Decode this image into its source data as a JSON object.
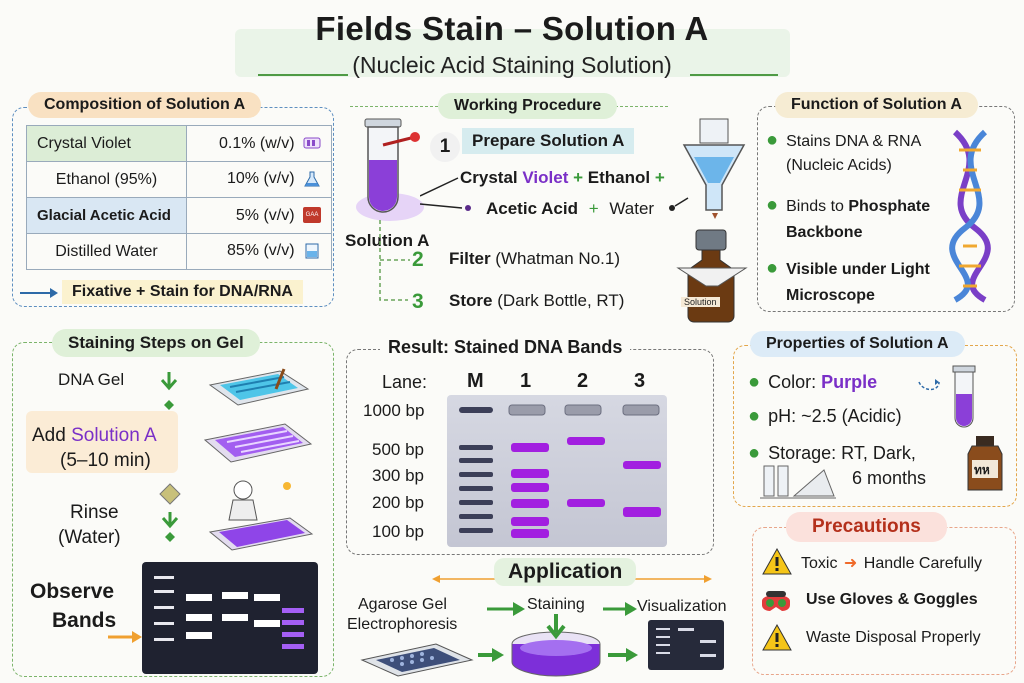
{
  "header": {
    "title": "Fields Stain – Solution A",
    "subtitle": "(Nucleic Acid Staining Solution)"
  },
  "composition": {
    "heading": "Composition of Solution A",
    "rows": [
      {
        "name": "Crystal Violet",
        "amount": "0.1%",
        "unit": "(w/v)"
      },
      {
        "name": "Ethanol (95%)",
        "amount": "10%",
        "unit": "(v/v)"
      },
      {
        "name": "Glacial Acetic Acid",
        "amount": "5%",
        "unit": "(v/v)"
      },
      {
        "name": "Distilled Water",
        "amount": "85%",
        "unit": "(v/v)"
      }
    ],
    "footer": "Fixative + Stain for DNA/RNA",
    "bottle_label": "GAA"
  },
  "procedure": {
    "heading": "Working Procedure",
    "tube_label": "Solution A",
    "step1_num": "1",
    "step1": "Prepare Solution A",
    "mix_line1": {
      "a": "Crystal",
      "b": "Violet",
      "plus1": "+",
      "c": "Ethanol",
      "plus2": "+"
    },
    "mix_line2": {
      "a": "Acetic Acid",
      "plus": "+",
      "b": "Water"
    },
    "step2_num": "2",
    "step2_bold": "Filter",
    "step2_rest": "(Whatman No.1)",
    "step3_num": "3",
    "step3_bold": "Store",
    "step3_rest": "(Dark Bottle, RT)",
    "bottle_label": "Solution"
  },
  "function": {
    "heading": "Function of Solution A",
    "items": [
      {
        "l1": "Stains DNA & RNA",
        "l2": "(Nucleic Acids)"
      },
      {
        "l1a": "Binds to ",
        "l1b": "Phosphate",
        "l2": "Backbone"
      },
      {
        "l1a": "Visible",
        "l1b": " under Light",
        "l2": "Microscope"
      }
    ]
  },
  "gel_steps": {
    "heading": "Staining Steps on Gel",
    "s1": "DNA Gel",
    "s2a": "Add ",
    "s2b": "Solution A",
    "s2c": "(5–10 min)",
    "s3a": "Rinse",
    "s3b": "(Water)",
    "s4a": "Observe",
    "s4b": "Bands"
  },
  "result": {
    "heading": "Result: Stained DNA Bands",
    "lane_label": "Lane:",
    "lanes": [
      "M",
      "1",
      "2",
      "3"
    ],
    "ladder": [
      "1000 bp",
      "500 bp",
      "300 bp",
      "200 bp",
      "100 bp"
    ]
  },
  "properties": {
    "heading": "Properties of Solution A",
    "color_label": "Color: ",
    "color_value": "Purple",
    "ph": "pH: ~2.5 (Acidic)",
    "storage_l1": "Storage: RT, Dark,",
    "storage_l2": "6 months",
    "bottle_label": "ทห",
    "accent_color": "#7a2fc7"
  },
  "application": {
    "heading": "Application",
    "step1_l1": "Agarose Gel",
    "step1_l2": "Electrophoresis",
    "step2": "Staining",
    "step3": "Visualization"
  },
  "precautions": {
    "heading": "Precautions",
    "items": [
      {
        "a": "Toxic",
        "b": "Handle Carefully",
        "icon": "warning-icon"
      },
      {
        "a": "Use Gloves & Goggles",
        "icon": "goggles-icon"
      },
      {
        "a": "Waste Disposal Properly",
        "icon": "warning-icon"
      }
    ]
  }
}
